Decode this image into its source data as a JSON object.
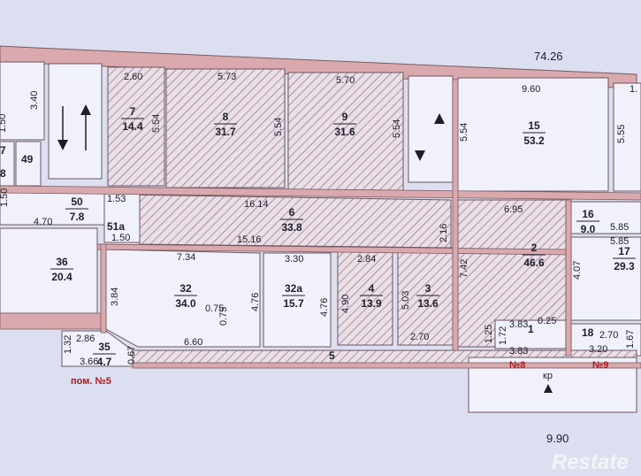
{
  "colors": {
    "background": "#dcdfef",
    "wall": "#d9a9ad",
    "hatch": "#9a6f78",
    "room_fill": "#f0f1fa",
    "ink": "#1e1e2a",
    "label": "#b01818"
  },
  "plan": {
    "top_dimension": "74.26",
    "bottom_dimension": "9.90",
    "premises_label": "пом. №5",
    "stair_label": "кр",
    "watermark": "Restate",
    "rooms": [
      {
        "id": "r7",
        "num": "7",
        "area": "14.4"
      },
      {
        "id": "r8",
        "num": "8",
        "area": "31.7"
      },
      {
        "id": "r9",
        "num": "9",
        "area": "31.6"
      },
      {
        "id": "r15",
        "num": "15",
        "area": "53.2"
      },
      {
        "id": "r6",
        "num": "6",
        "area": "33.8"
      },
      {
        "id": "r2",
        "num": "2",
        "area": "46.6"
      },
      {
        "id": "r16",
        "num": "16",
        "area": "9.0"
      },
      {
        "id": "r17",
        "num": "17",
        "area": "29.3"
      },
      {
        "id": "r32",
        "num": "32",
        "area": "34.0"
      },
      {
        "id": "r32a",
        "num": "32а",
        "area": "15.7"
      },
      {
        "id": "r4",
        "num": "4",
        "area": "13.9"
      },
      {
        "id": "r3",
        "num": "3",
        "area": "13.6"
      },
      {
        "id": "r36",
        "num": "36",
        "area": "20.4"
      },
      {
        "id": "r50",
        "num": "50",
        "area": "7.8"
      },
      {
        "id": "r35",
        "num": "35",
        "area": "4.7"
      }
    ],
    "single_labels": {
      "r49": "49",
      "r51a": "51а",
      "r1": "1",
      "r18": "18",
      "r5": "5",
      "p8": "№8",
      "p9": "№9",
      "r7left": "7",
      "r8left": "8"
    },
    "dims": {
      "d1": "2.60",
      "d2": "5.73",
      "d3": "5.70",
      "d4": "9.60",
      "d5": "3.40",
      "d6": "5.54",
      "d7": "5.54",
      "d8": "5.54",
      "d9": "5.54",
      "d10": "5.55",
      "d11": "16.14",
      "d12": "15.16",
      "d13": "1.53",
      "d14": "1.50",
      "d15": "4.70",
      "d16": "6.95",
      "d17": "2.16",
      "d18": "5.85",
      "d19": "5.85",
      "d20": "7.34",
      "d21": "3.30",
      "d22": "2.84",
      "d23": "3.84",
      "d24": "4.76",
      "d25": "4.76",
      "d26": "4.90",
      "d27": "5.03",
      "d28": "7.42",
      "d29": "4.07",
      "d30": "0.75",
      "d31": "0.75",
      "d32": "6.60",
      "d33": "2.70",
      "d34": "2.70",
      "d35": "3.83",
      "d36": "3.83",
      "d37": "1.25",
      "d38": "1.72",
      "d39": "3.20",
      "d40": "1.67",
      "d41": "2.86",
      "d42": "1.32",
      "d43": "3.66",
      "d44": "0.67",
      "d45": "0.25",
      "d46": "1.50",
      "d47": "1.50",
      "d48": "1."
    }
  }
}
